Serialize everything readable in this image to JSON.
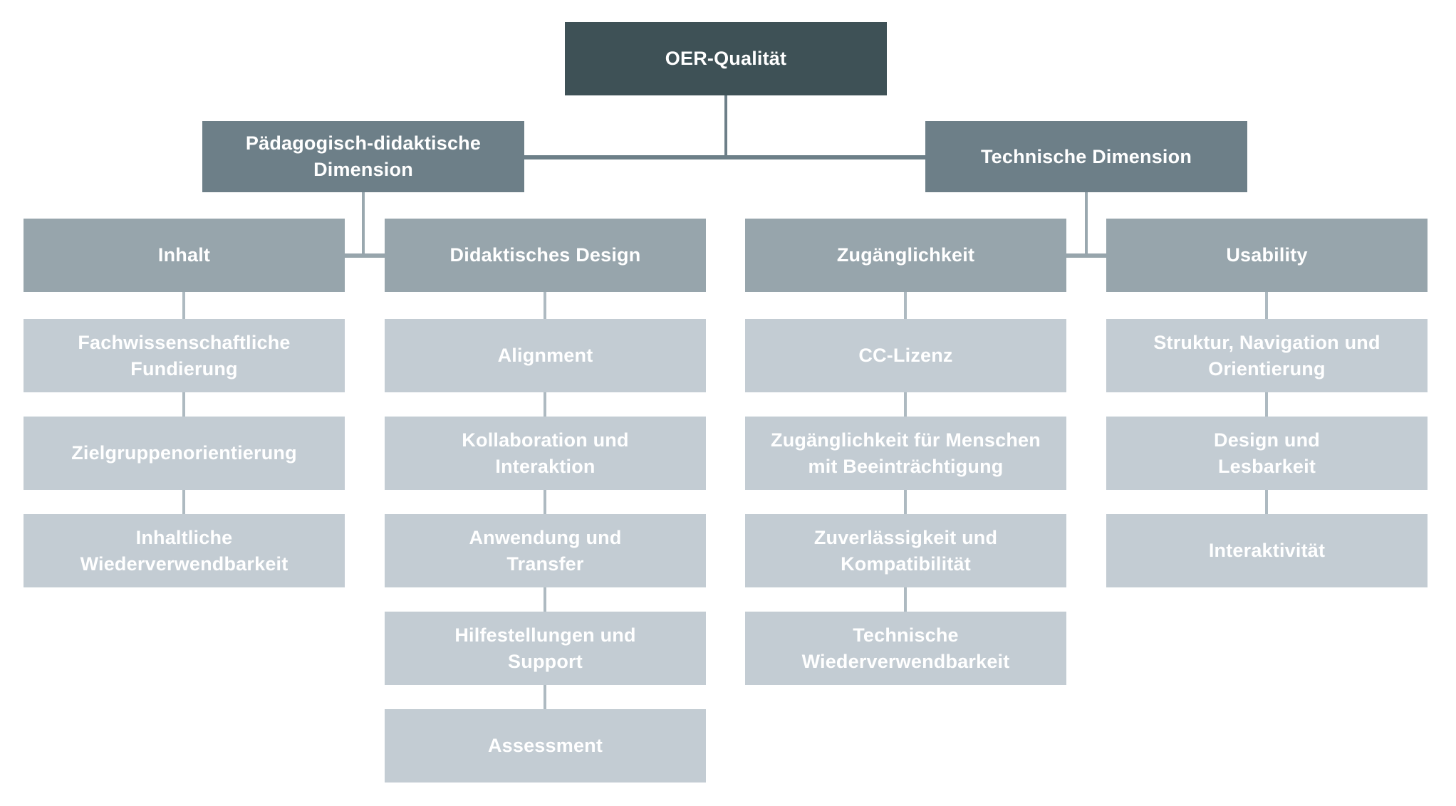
{
  "diagram": {
    "type": "org-chart",
    "root": {
      "label": "OER-Qualität"
    },
    "branches": [
      {
        "label": "Pädagogisch-didaktische\nDimension",
        "columns": [
          {
            "header": "Inhalt",
            "items": [
              "Fachwissenschaftliche\nFundierung",
              "Zielgruppenorientierung",
              "Inhaltliche\nWiederverwendbarkeit"
            ]
          },
          {
            "header": "Didaktisches Design",
            "items": [
              "Alignment",
              "Kollaboration und\nInteraktion",
              "Anwendung und\nTransfer",
              "Hilfestellungen und\nSupport",
              "Assessment"
            ]
          }
        ]
      },
      {
        "label": "Technische Dimension",
        "columns": [
          {
            "header": "Zugänglichkeit",
            "items": [
              "CC-Lizenz",
              "Zugänglichkeit für Menschen\nmit Beeinträchtigung",
              "Zuverlässigkeit und\nKompatibilität",
              "Technische\nWiederverwendbarkeit"
            ]
          },
          {
            "header": "Usability",
            "items": [
              "Struktur, Navigation und\nOrientierung",
              "Design und\nLesbarkeit",
              "Interaktivität"
            ]
          }
        ]
      }
    ],
    "colors": {
      "root_box": "#3E5156",
      "dimension_box": "#6D7F88",
      "category_box": "#97A5AC",
      "item_box": "#C3CCD3",
      "connector_dark": "#6D7F88",
      "connector_mid": "#9AA8AF",
      "connector_light": "#AEBAC1",
      "text": "#FFFFFF",
      "background": "#FFFFFF"
    }
  }
}
